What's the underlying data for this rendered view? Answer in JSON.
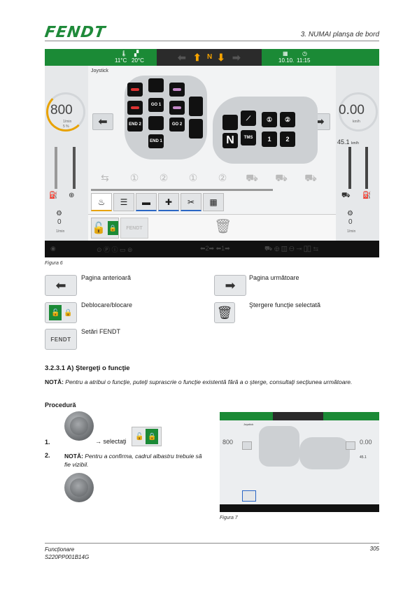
{
  "header": {
    "logo": "FENDT",
    "section": "3. NUMAI planşa de bord"
  },
  "figure6": {
    "caption": "Figura 6",
    "topbar": {
      "temp_out": "11°C",
      "temp_cab": "20°C",
      "gear": "N",
      "date": "10.10.",
      "time": "11:15"
    },
    "screen_title": "Joystick",
    "left_gauge": {
      "value": "800",
      "unit": "1/min",
      "sub": "5 %"
    },
    "right_gauge": {
      "value": "0.00",
      "unit": "km/h"
    },
    "speed_readout": "45.1",
    "speed_unit": "km/h",
    "pto_left": {
      "value": "0",
      "unit": "1/min"
    },
    "pto_right": {
      "value": "0",
      "unit": "1/min"
    },
    "joystick_buttons": {
      "go1": "GO",
      "go1_sub": "1",
      "end2": "END",
      "end2_sub": "2",
      "go2": "GO",
      "go2_sub": "2",
      "end1": "END",
      "end1_sub": "1"
    },
    "armrest_buttons": {
      "n": "N",
      "tms": "TMS",
      "s1": "1",
      "s2": "2"
    },
    "fendt_button": "FENDT",
    "bottom_bar": "⬅2➡ ⬅1➡"
  },
  "legend": {
    "prev": "Pagina anterioară",
    "next": "Pagina următoare",
    "lock": "Deblocare/blocare",
    "delete": "Ştergere funcţie selectată",
    "fendt_settings": "Setări FENDT",
    "fendt_btn": "FENDT"
  },
  "section": {
    "title": "3.2.3.1  A) Ştergeţi o funcţie",
    "note_label": "NOTĂ:",
    "note_text": " Pentru a atribui o funcţie, puteţi suprascrie o funcţie existentă fără a o şterge, consultaţi secţiunea următoare."
  },
  "procedure": {
    "heading": "Procedură",
    "step1_num": "1.",
    "step1_text": "→ selectaţi",
    "step2_num": "2.",
    "step2_label": "NOTĂ:",
    "step2_text": " Pentru a confirma, cadrul albastru trebuie să fie vizibil."
  },
  "figure7": {
    "caption": "Figura 7",
    "title": "Joystick",
    "left_value": "800",
    "right_value": "0.00",
    "speed": "45.1"
  },
  "footer": {
    "line1": "Funcţionare",
    "line2": "S220PP001B14G",
    "page": "305"
  }
}
